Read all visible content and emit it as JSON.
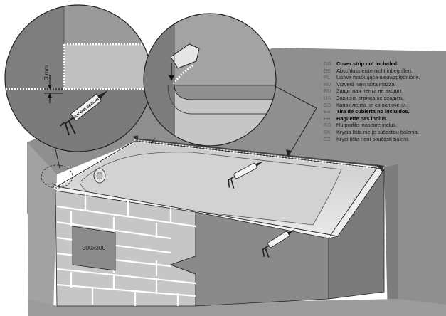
{
  "tile_size_label": "300x300",
  "gap_label": "3 mm",
  "sealant_label": "SILICONE SEALANT",
  "notes": [
    {
      "code": "GB",
      "text": "Cover strip not included.",
      "emphasis": true
    },
    {
      "code": "DE",
      "text": "Abschlussleiste nicht inbegriffen.",
      "emphasis": false
    },
    {
      "code": "PL",
      "text": "Listwa maskująca nieuwzględnione.",
      "emphasis": false
    },
    {
      "code": "HU",
      "text": "Vízvető nem tartalmazza.",
      "emphasis": false
    },
    {
      "code": "RU",
      "text": "Защитная лента не входит.",
      "emphasis": false
    },
    {
      "code": "UA",
      "text": "Захисна стрічка не входить.",
      "emphasis": false
    },
    {
      "code": "BG",
      "text": "Капак лента не са включени.",
      "emphasis": false
    },
    {
      "code": "ES",
      "text": "Tira de cubierta no incluidos.",
      "emphasis": true
    },
    {
      "code": "FR",
      "text": "Baguette pas inclus.",
      "emphasis": true
    },
    {
      "code": "RO",
      "text": "Nu profile mascare inclus.",
      "emphasis": false
    },
    {
      "code": "SK",
      "text": "Krycia lišta nie je súčasťou balenia.",
      "emphasis": false
    },
    {
      "code": "CZ",
      "text": "Krycí lišta není součástí balení.",
      "emphasis": false
    }
  ],
  "colors": {
    "wall": "#8d8d8d",
    "wall_light": "#a9a9a9",
    "tub_interior": "#d8d8d8",
    "tub_rim": "#eeeeee",
    "brick_face": "#c4c4c4",
    "brick_line": "#ffffff",
    "outline": "#222222"
  }
}
